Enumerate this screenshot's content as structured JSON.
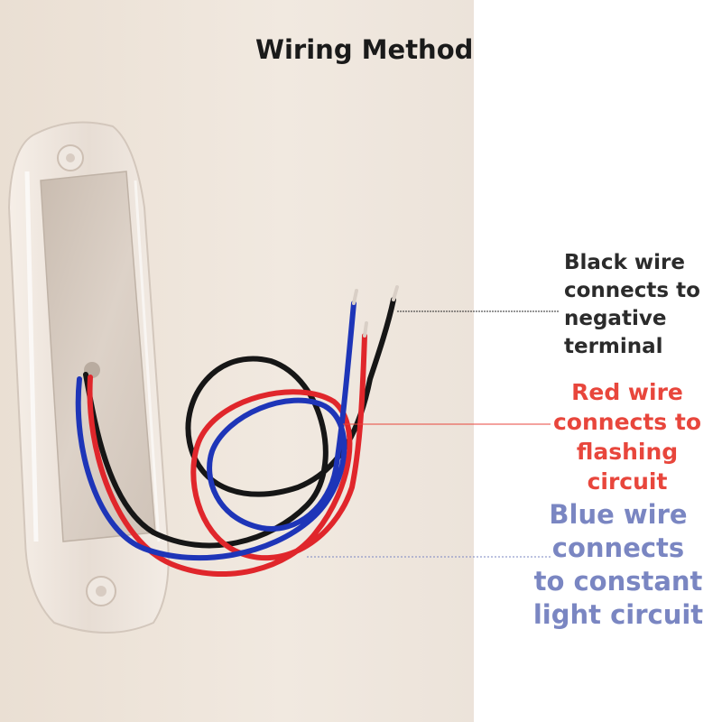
{
  "title": "Wiring Method",
  "labels": {
    "black": "Black wire\nconnects to\nnegative\nterminal",
    "red": "Red wire\nconnects to\nflashing\ncircuit",
    "blue": "Blue wire\nconnects\nto constant\nlight circuit"
  },
  "colors": {
    "background": "#ffffff",
    "wall": "#efe6dc",
    "title_text": "#1a1a1a",
    "black_label": "#2b2b2b",
    "red_label": "#e8463c",
    "blue_label": "#7a86c2",
    "black_wire": "#161616",
    "red_wire": "#e0262b",
    "blue_wire": "#1e35b8"
  }
}
